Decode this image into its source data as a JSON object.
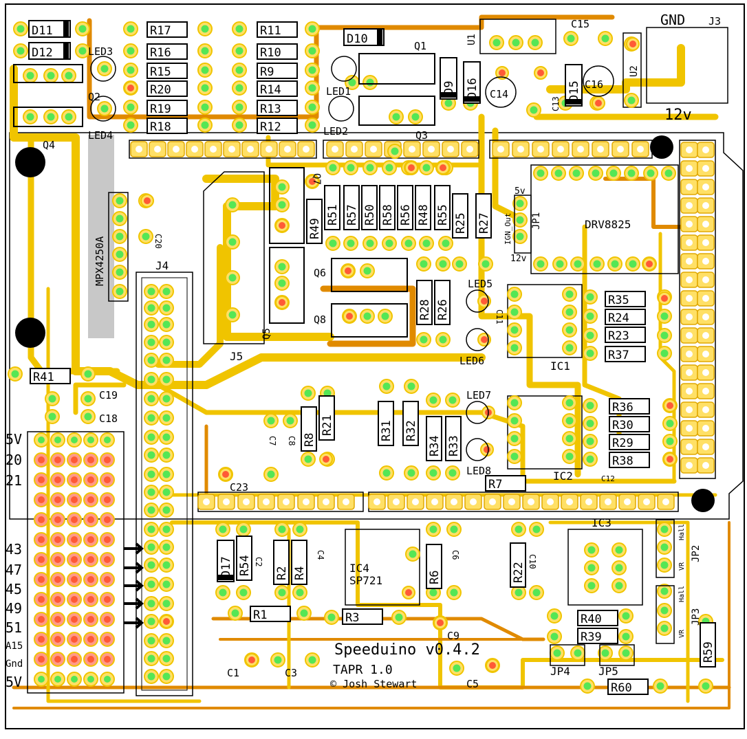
{
  "board": {
    "title": "Speeduino v0.4.2",
    "standard": "TAPR 1.0",
    "copyright": "© Josh Stewart",
    "colors": {
      "trace_top": "#f0c400",
      "trace_bottom": "#e08a00",
      "pad": "#ffe066",
      "pad_center": "#55e655",
      "via_center": "#ff5a36",
      "outline": "#000000"
    }
  },
  "power": {
    "gnd_label": "GND",
    "j3_label": "J3",
    "v12_label": "12v"
  },
  "resistors": [
    "R17",
    "R16",
    "R15",
    "R20",
    "R19",
    "R18",
    "R11",
    "R10",
    "R9",
    "R14",
    "R13",
    "R12",
    "R41",
    "R49",
    "R51",
    "R57",
    "R50",
    "R58",
    "R56",
    "R48",
    "R55",
    "R25",
    "R27",
    "R28",
    "R26",
    "R35",
    "R24",
    "R23",
    "R37",
    "R8",
    "R21",
    "R31",
    "R32",
    "R34",
    "R33",
    "R36",
    "R30",
    "R29",
    "R38",
    "R7",
    "R54",
    "R2",
    "R4",
    "R6",
    "R22",
    "R1",
    "R3",
    "R40",
    "R39",
    "R59",
    "R60"
  ],
  "diodes": [
    "D11",
    "D12",
    "D10",
    "D9",
    "D16",
    "D15",
    "D17"
  ],
  "leds": [
    "LED3",
    "LED4",
    "LED1",
    "LED2",
    "LED5",
    "LED6",
    "LED7",
    "LED8"
  ],
  "transistors": [
    "Q1",
    "Q2",
    "Q3",
    "Q4",
    "Q5",
    "Q6",
    "Q7",
    "Q8"
  ],
  "capacitors": [
    "C15",
    "C14",
    "C13",
    "C16",
    "C20",
    "C11",
    "C19",
    "C18",
    "C23",
    "C12",
    "C1",
    "C3",
    "C5",
    "C9",
    "C2",
    "C10",
    "C4",
    "C6",
    "C8",
    "C7"
  ],
  "ics": [
    "U1",
    "U2",
    "IC1",
    "IC2",
    "IC3",
    "IC4",
    "SP721",
    "MPX4250A",
    "DRV8825"
  ],
  "connectors": [
    "J4",
    "J5",
    "JP1",
    "JP2",
    "JP3",
    "JP4",
    "JP5"
  ],
  "jp1": {
    "top": "5v",
    "side": "IGN_Out",
    "bottom": "12v"
  },
  "jp_side_labels": {
    "hall": "Hall",
    "vr": "VR"
  },
  "header_rows": [
    "5V",
    "20",
    "21",
    "43",
    "47",
    "45",
    "49",
    "51",
    "A15",
    "Gnd",
    "5V"
  ]
}
